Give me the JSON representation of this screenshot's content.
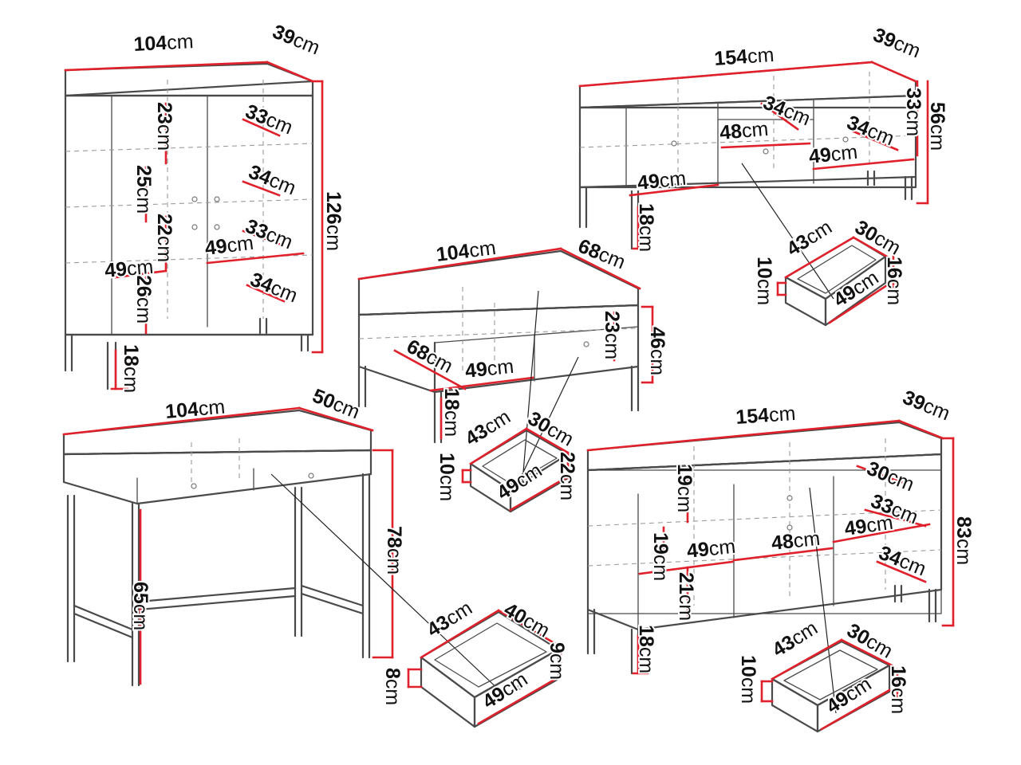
{
  "accent_color": "#e0202a",
  "line_color": "#4a4a4a",
  "unit": "cm",
  "pieces": [
    {
      "id": "highboard",
      "labels": [
        {
          "n": "104",
          "u": "cm"
        },
        {
          "n": "39",
          "u": "cm"
        },
        {
          "n": "126",
          "u": "cm"
        },
        {
          "n": "23",
          "u": "cm"
        },
        {
          "n": "25",
          "u": "cm"
        },
        {
          "n": "22",
          "u": "cm"
        },
        {
          "n": "26",
          "u": "cm"
        },
        {
          "n": "33",
          "u": "cm"
        },
        {
          "n": "34",
          "u": "cm"
        },
        {
          "n": "33",
          "u": "cm"
        },
        {
          "n": "34",
          "u": "cm"
        },
        {
          "n": "49",
          "u": "cm"
        },
        {
          "n": "49",
          "u": "cm"
        },
        {
          "n": "18",
          "u": "cm"
        }
      ]
    },
    {
      "id": "tv-stand",
      "labels": [
        {
          "n": "154",
          "u": "cm"
        },
        {
          "n": "39",
          "u": "cm"
        },
        {
          "n": "33",
          "u": "cm"
        },
        {
          "n": "56",
          "u": "cm"
        },
        {
          "n": "34",
          "u": "cm"
        },
        {
          "n": "48",
          "u": "cm"
        },
        {
          "n": "34",
          "u": "cm"
        },
        {
          "n": "49",
          "u": "cm"
        },
        {
          "n": "49",
          "u": "cm"
        },
        {
          "n": "18",
          "u": "cm"
        }
      ]
    },
    {
      "id": "tv-stand-drawer",
      "labels": [
        {
          "n": "43",
          "u": "cm"
        },
        {
          "n": "30",
          "u": "cm"
        },
        {
          "n": "16",
          "u": "cm"
        },
        {
          "n": "10",
          "u": "cm"
        },
        {
          "n": "49",
          "u": "cm"
        }
      ]
    },
    {
      "id": "coffee-table",
      "labels": [
        {
          "n": "104",
          "u": "cm"
        },
        {
          "n": "68",
          "u": "cm"
        },
        {
          "n": "23",
          "u": "cm"
        },
        {
          "n": "46",
          "u": "cm"
        },
        {
          "n": "68",
          "u": "cm"
        },
        {
          "n": "49",
          "u": "cm"
        },
        {
          "n": "18",
          "u": "cm"
        }
      ]
    },
    {
      "id": "coffee-table-drawer",
      "labels": [
        {
          "n": "43",
          "u": "cm"
        },
        {
          "n": "30",
          "u": "cm"
        },
        {
          "n": "22",
          "u": "cm"
        },
        {
          "n": "10",
          "u": "cm"
        },
        {
          "n": "49",
          "u": "cm"
        }
      ]
    },
    {
      "id": "desk",
      "labels": [
        {
          "n": "104",
          "u": "cm"
        },
        {
          "n": "50",
          "u": "cm"
        },
        {
          "n": "78",
          "u": "cm"
        },
        {
          "n": "65",
          "u": "cm"
        }
      ]
    },
    {
      "id": "desk-drawer",
      "labels": [
        {
          "n": "43",
          "u": "cm"
        },
        {
          "n": "40",
          "u": "cm"
        },
        {
          "n": "9",
          "u": "cm"
        },
        {
          "n": "8",
          "u": "cm"
        },
        {
          "n": "49",
          "u": "cm"
        }
      ]
    },
    {
      "id": "sideboard",
      "labels": [
        {
          "n": "154",
          "u": "cm"
        },
        {
          "n": "39",
          "u": "cm"
        },
        {
          "n": "83",
          "u": "cm"
        },
        {
          "n": "19",
          "u": "cm"
        },
        {
          "n": "19",
          "u": "cm"
        },
        {
          "n": "21",
          "u": "cm"
        },
        {
          "n": "30",
          "u": "cm"
        },
        {
          "n": "33",
          "u": "cm"
        },
        {
          "n": "49",
          "u": "cm"
        },
        {
          "n": "49",
          "u": "cm"
        },
        {
          "n": "48",
          "u": "cm"
        },
        {
          "n": "34",
          "u": "cm"
        },
        {
          "n": "18",
          "u": "cm"
        }
      ]
    },
    {
      "id": "sideboard-drawer",
      "labels": [
        {
          "n": "43",
          "u": "cm"
        },
        {
          "n": "30",
          "u": "cm"
        },
        {
          "n": "16",
          "u": "cm"
        },
        {
          "n": "10",
          "u": "cm"
        },
        {
          "n": "49",
          "u": "cm"
        }
      ]
    }
  ]
}
